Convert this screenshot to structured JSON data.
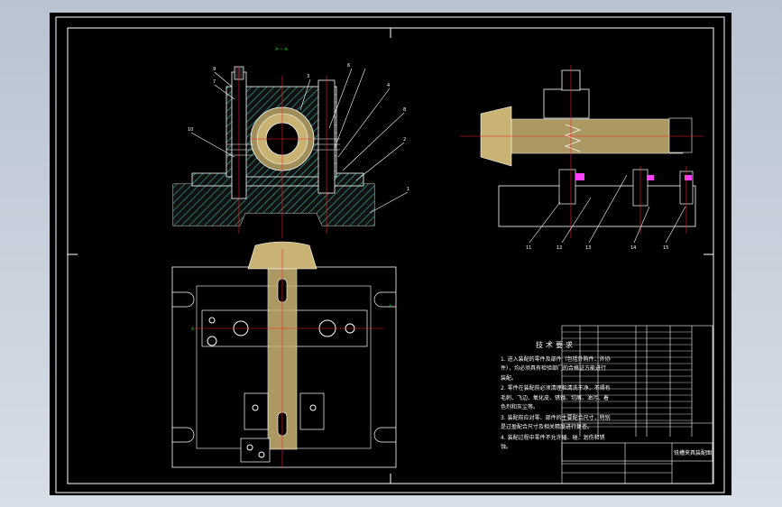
{
  "drawing": {
    "section_label": "A — A",
    "view_arrow_label": "A",
    "balloons_front": [
      "9",
      "7",
      "6",
      "3",
      "4",
      "8",
      "2",
      "1",
      "10"
    ],
    "balloons_right": [
      "11",
      "12",
      "13",
      "14",
      "15"
    ],
    "tech_requirements": {
      "title": "技术要求",
      "items": [
        "1. 进入装配的零件及部件（包括外购件、外协件），均必须具有检验部门的合格证方能进行装配。",
        "2. 零件在装配前必须清理和清洗干净，不得有毛刺、飞边、氧化皮、锈蚀、切屑、油污、着色剂和灰尘等。",
        "3. 装配前应对零、部件的主要配合尺寸，特别是过盈配合尺寸及相关精度进行复查。",
        "4. 装配过程中零件不允许磕、碰、划伤和锈蚀。"
      ]
    },
    "title_block": {
      "drawing_title": "铣槽夹具装配图"
    }
  }
}
